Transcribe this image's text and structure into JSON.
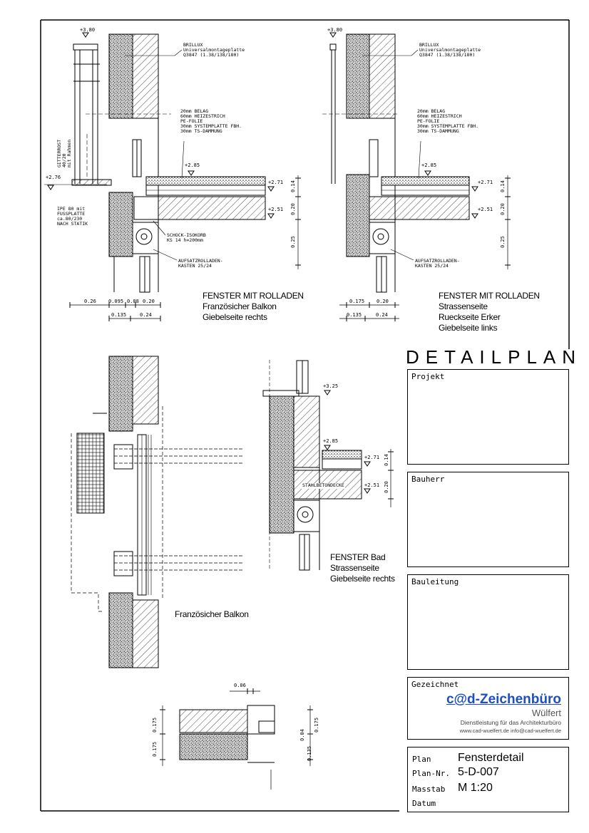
{
  "title": "DETAILPLAN",
  "detail1": {
    "level_top": "+3.80",
    "brand_lines": [
      "BRILLUX",
      "Universalmontageplatte",
      "Q3847 (1.38/138/180)"
    ],
    "layers": [
      "20mm BELAG",
      "60mm HEIZESTRICH",
      "PE-FOLIE",
      "30mm SYSTEMPLATTE FBH.",
      "30mm TS-DAMMUNG"
    ],
    "gitterrost": [
      "GITTERROST",
      "40/20",
      "mit Rahmen"
    ],
    "lvl_276": "+2.76",
    "lvl_285": "+2.85",
    "lvl_271": "+2.71",
    "lvl_251": "+2.51",
    "dim_014": "0.14",
    "dim_020": "0.20",
    "dim_025": "0.25",
    "ipe": [
      "IPE 80 mit",
      "FUSSPLATTE",
      "ca.80/230",
      "NACH STATIK"
    ],
    "schock": [
      "SCHOCK-ISOKORB",
      "KS 14 h=200mm"
    ],
    "aufsatz": [
      "AUFSATZROLLADEN-",
      "KASTEN 25/24"
    ],
    "dims_row1": [
      "0.26",
      "0.095",
      "0.08",
      "0.20"
    ],
    "dims_row2": [
      "0.135",
      "0.24"
    ],
    "caption": [
      "FENSTER MIT ROLLADEN",
      "Französicher Balkon",
      "Giebelseite rechts"
    ]
  },
  "detail2": {
    "level_top": "+3.80",
    "brand_lines": [
      "BRILLUX",
      "Universalmontageplatte",
      "Q3847 (1.38/138/180)"
    ],
    "layers": [
      "20mm BELAG",
      "60mm HEIZESTRICH",
      "PE-FOLIE",
      "30mm SYSTEMPLATTE FBH.",
      "30mm TS-DAMMUNG"
    ],
    "lvl_285": "+2.85",
    "lvl_271": "+2.71",
    "lvl_251": "+2.51",
    "dim_014": "0.14",
    "dim_020": "0.20",
    "dim_025": "0.25",
    "aufsatz": [
      "AUFSATZROLLADEN-",
      "KASTEN 25/24"
    ],
    "dims_row1": [
      "0.175",
      "0.20"
    ],
    "dims_row2": [
      "0.135",
      "0.24"
    ],
    "caption": [
      "FENSTER MIT ROLLADEN",
      "Strassenseite",
      "Rueckseite Erker",
      "Giebelseite links"
    ]
  },
  "detail3": {
    "caption": "Französicher Balkon"
  },
  "detail4": {
    "lvl_325": "+3.25",
    "lvl_285": "+2.85",
    "lvl_271": "+2.71",
    "lvl_251": "+2.51",
    "dim_014": "0.14",
    "dim_020": "0.20",
    "stahl": "STAHLBETONDECKE",
    "caption": [
      "FENSTER Bad",
      "Strassenseite",
      "Giebelseite rechts"
    ]
  },
  "detail5": {
    "dim_006": "0.06",
    "dim_0175a": "0.175",
    "dim_0175b": "0.175",
    "dim_0175r": "0.175",
    "dim_004": "0.04",
    "dim_0135": "0.135"
  },
  "titleblock": {
    "projekt": "Projekt",
    "bauherr": "Bauherr",
    "bauleitung": "Bauleitung",
    "gezeichnet": "Gezeichnet",
    "company": "c@d-Zeichenbüro",
    "company_sub": "Wülfert",
    "tagline": "Dienstleistung für  das Architekturbüro",
    "contact": "www.cad-wuelfert.de   info@cad-wuelfert.de",
    "plan_label": "Plan",
    "plan_value": "Fensterdetail",
    "plannr_label": "Plan-Nr.",
    "plannr_value": "5-D-007",
    "masstab_label": "Masstab",
    "masstab_value": "M 1:20",
    "datum_label": "Datum"
  },
  "colors": {
    "ink": "#000000",
    "brand": "#1f4fbf"
  }
}
